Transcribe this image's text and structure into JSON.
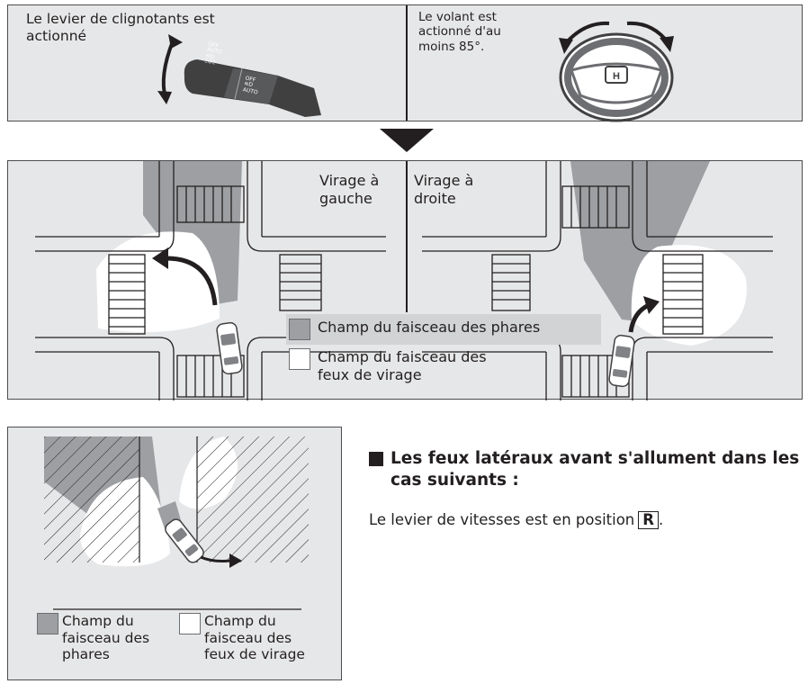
{
  "top_panel": {
    "left_text": [
      "Le levier de clignotants est",
      "actionné"
    ],
    "right_text": [
      "Le volant est",
      "actionné d'au",
      "moins 85°."
    ],
    "lever_labels": [
      "OFF",
      "AUTO",
      "≡D",
      "ΞOΞ",
      "OFF",
      "≡D",
      "AUTO"
    ]
  },
  "middle_panel": {
    "left_label": [
      "Virage à",
      "gauche"
    ],
    "right_label": [
      "Virage à",
      "droite"
    ],
    "legend_headlight": "Champ du faisceau des phares",
    "legend_cornering": [
      "Champ du faisceau des",
      "feux de virage"
    ]
  },
  "bottom_panel": {
    "legend_headlight": [
      "Champ du",
      "faisceau des",
      "phares"
    ],
    "legend_cornering": [
      "Champ du",
      "faisceau des",
      "feux de virage"
    ]
  },
  "section": {
    "heading": [
      "Les feux latéraux avant s'allument dans les",
      "cas suivants :"
    ],
    "body_text": "Le levier de vitesses est en position",
    "key_label": "R",
    "body_end": "."
  },
  "colors": {
    "panel_bg": "#e6e7e8",
    "headlight_field": "#9d9fa2",
    "cornering_field": "#ffffff",
    "ink": "#231f20"
  }
}
